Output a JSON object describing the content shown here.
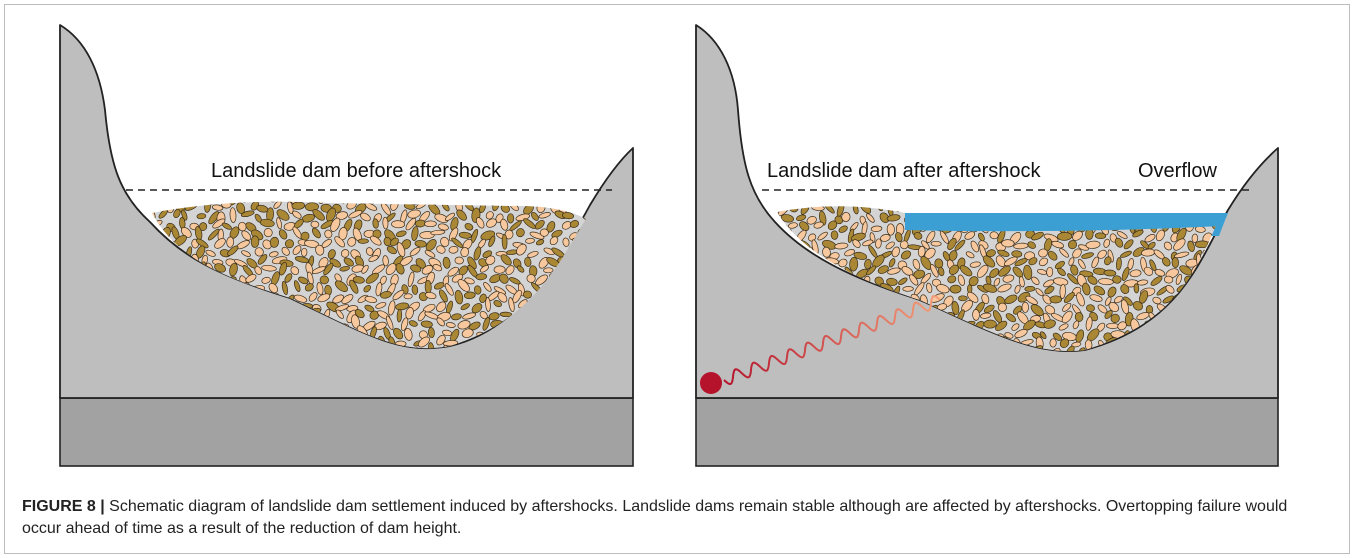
{
  "panels": {
    "left": {
      "title": "Landslide dam before aftershock"
    },
    "right": {
      "title": "Landslide dam after aftershock",
      "overflow_label": "Overflow"
    }
  },
  "caption": {
    "label": "FIGURE 8 |",
    "text": " Schematic diagram of landslide dam settlement induced by aftershocks. Landslide dams remain stable although are affected by aftershocks. Overtopping failure would occur ahead of time as a result of the reduction of dam height."
  },
  "colors": {
    "hillslope": "#bebebe",
    "bedrock": "#a2a2a2",
    "deposit_matrix": "#d4d4d4",
    "clast_light": "#f7c79d",
    "clast_dark": "#a98735",
    "water": "#3b9fd4",
    "seismic_source": "#b5122b",
    "seismic_wave_end": "#f4a07a"
  }
}
